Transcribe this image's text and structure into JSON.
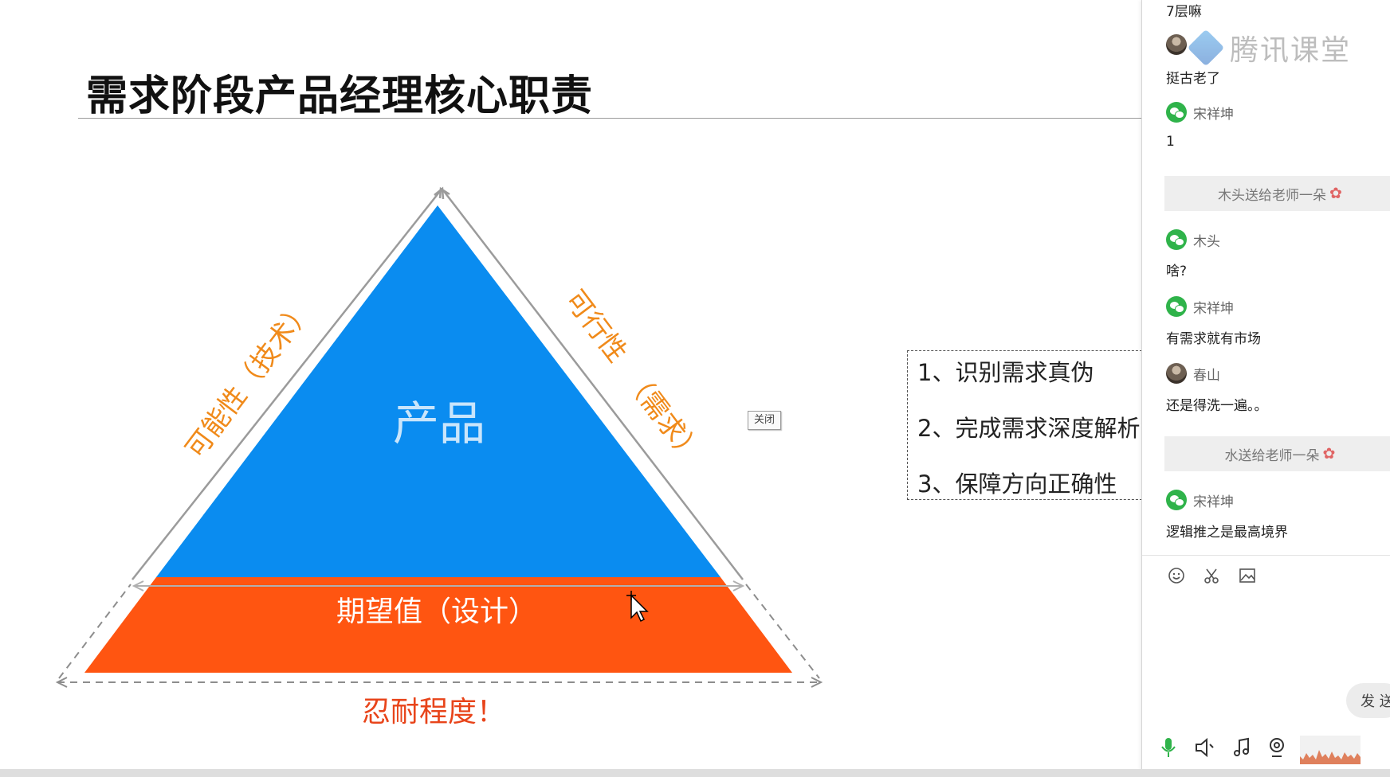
{
  "slide": {
    "title": "需求阶段产品经理核心职责",
    "close_label": "关闭",
    "duties": [
      "1、识别需求真伪",
      "2、完成需求深度解析",
      "3、保障方向正确性"
    ]
  },
  "diagram": {
    "top_label": "产品",
    "bottom_band_label": "期望值（设计）",
    "left_side_label": "可能性（技术）",
    "right_side_label_1": "可行性",
    "right_side_label_2": "（需求）",
    "base_label": "忍耐程度！",
    "colors": {
      "top": "#0a8cf0",
      "band": "#ff5511",
      "side_labels": "#f08a1a",
      "base_label": "#e8441a"
    }
  },
  "chat": {
    "brand": "腾讯课堂",
    "messages_top": {
      "partial_text": "7层嘛",
      "text_2": "挺古老了"
    },
    "msg1": {
      "sender": "宋祥坤",
      "text": "1"
    },
    "gift1": "木头送给老师一朵",
    "msg2": {
      "sender": "木头",
      "text": "啥?"
    },
    "msg3": {
      "sender": "宋祥坤",
      "text": "有需求就有市场"
    },
    "msg4": {
      "sender": "春山",
      "text": "还是得洗一遍。。"
    },
    "gift2": "水送给老师一朵",
    "msg5": {
      "sender": "宋祥坤",
      "text": "逻辑推之是最高境界"
    },
    "send_label": "发 送",
    "icons": [
      "emoji-icon",
      "scissors-icon",
      "image-icon",
      "microphone-icon",
      "speaker-icon",
      "music-icon",
      "camera-icon"
    ]
  }
}
